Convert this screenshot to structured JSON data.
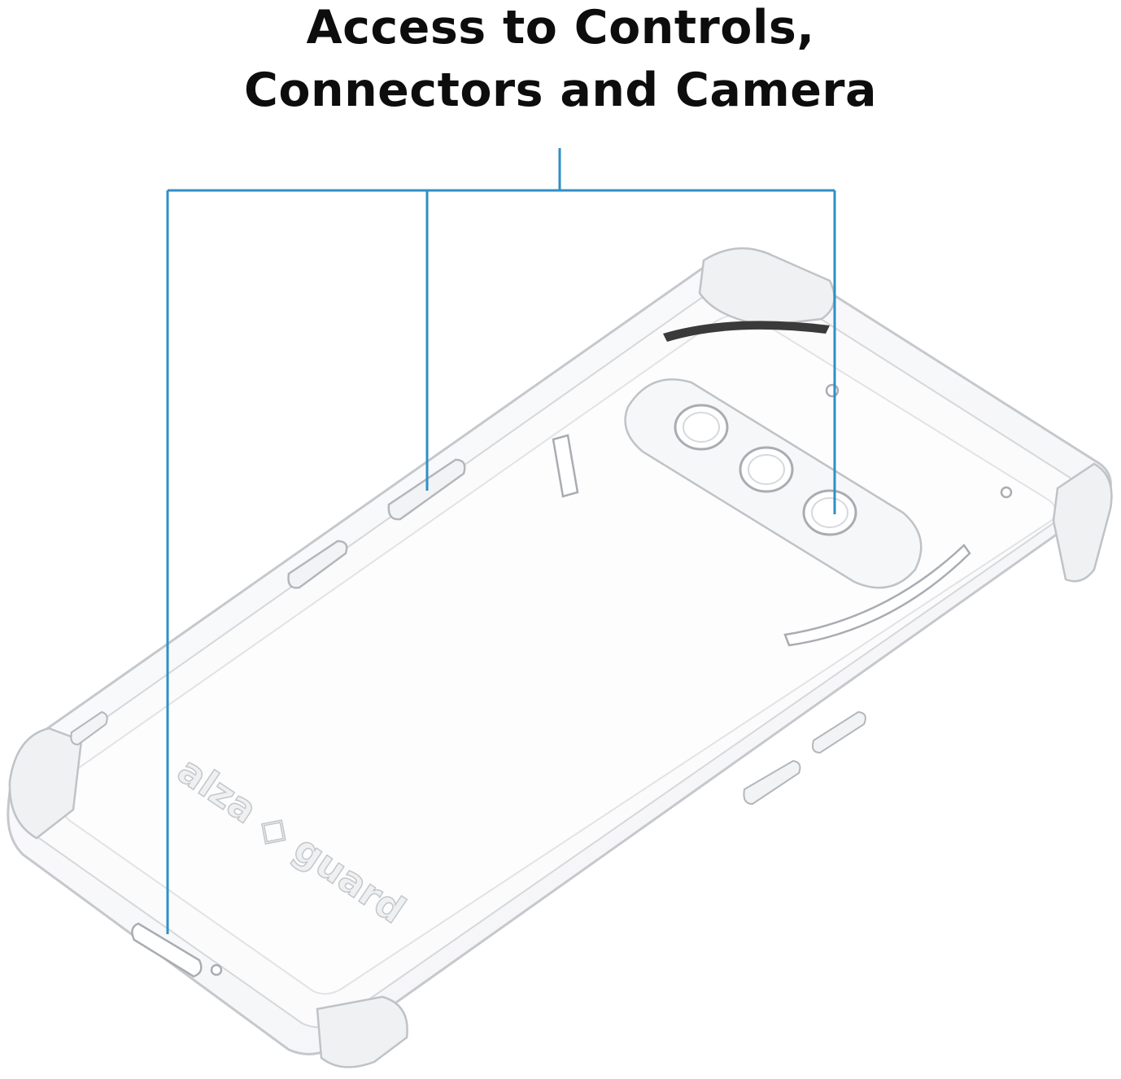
{
  "headline": {
    "line1": "Access to Controls,",
    "line2": "Connectors and Camera"
  },
  "brand_mark": "alza guard",
  "colors": {
    "callout_line": "#2f8fc7",
    "case_edge": "#c9ccd0",
    "headline": "#0d0d0d"
  },
  "icons": {
    "logo": "alza-guard-logo-embossed"
  }
}
